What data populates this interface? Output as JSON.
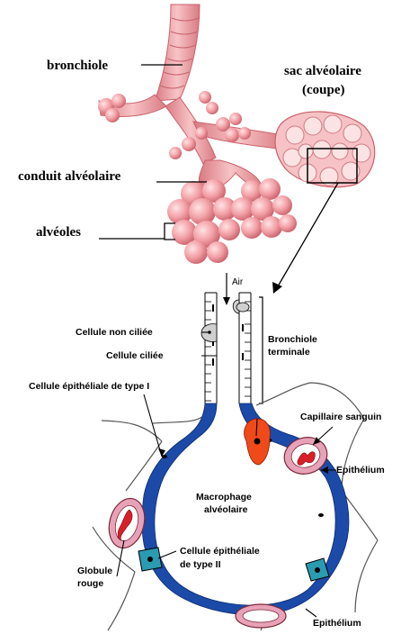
{
  "top_labels": {
    "bronchiole": "bronchiole",
    "sac_line1": "sac alvéolaire",
    "sac_line2": "(coupe)",
    "conduit": "conduit alvéolaire",
    "alveoles": "alvéoles"
  },
  "bottom_labels": {
    "air": "Air",
    "non_ciliee": "Cellule non ciliée",
    "ciliee": "Cellule ciliée",
    "bronchiole_terminale_1": "Bronchiole",
    "bronchiole_terminale_2": "terminale",
    "epithelial_type1": "Cellule épithéliale de type I",
    "capillaire": "Capillaire sanguin",
    "epithelium_right": "Epithélium",
    "macrophage_1": "Macrophage",
    "macrophage_2": "alvéolaire",
    "type2_1": "Cellule épithéliale",
    "type2_2": "de type II",
    "globule_1": "Globule",
    "globule_2": "rouge",
    "epithelium_bottom": "Epithélium"
  },
  "colors": {
    "lung_pink": "#f2a0a6",
    "lung_dark": "#c9616b",
    "epithelium_blue": "#1b4aa8",
    "capillary_pink": "#e8a2b8",
    "blood_red": "#d8202a",
    "macrophage_red": "#f04a1a",
    "type2_teal": "#2a9bb0"
  }
}
